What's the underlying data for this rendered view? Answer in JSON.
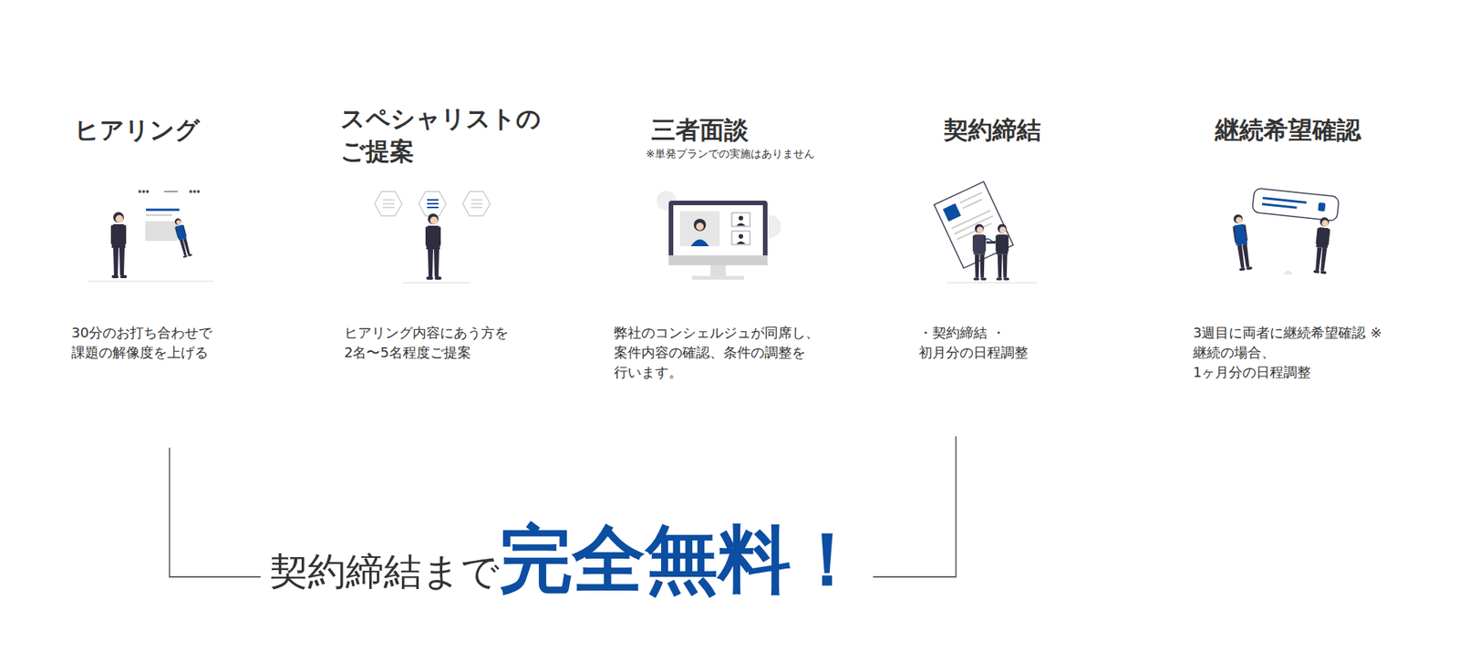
{
  "diagram": {
    "nodes": [
      {
        "text": [
          "ヒアリング",
          "30分のお打ち合わせで 課題の解像度を上げる"
        ]
      },
      {
        "text": [
          "スペシャリストの ご提案",
          "ヒアリング内容にあう方を 2名〜5名程度ご提案"
        ]
      },
      {
        "text": [
          "三者面談",
          "※単発プランでの実施はありません",
          "弊社のコンシェルジュが同席し、 案件内容の確認、条件の調整を 行います。"
        ]
      },
      {
        "text": [
          "契約締結",
          "・契約締結 ・初月分の日程調整"
        ]
      },
      {
        "text": [
          "継続希望確認",
          "3週目に両者に継続希望確認 ※継続の場合、 1ヶ月分の日程調整"
        ]
      }
    ],
    "edges": [
      {
        "from": 0,
        "to": 3,
        "arrow": "none"
      }
    ],
    "labels": [
      "契約締結まで",
      "完全無料！"
    ]
  }
}
